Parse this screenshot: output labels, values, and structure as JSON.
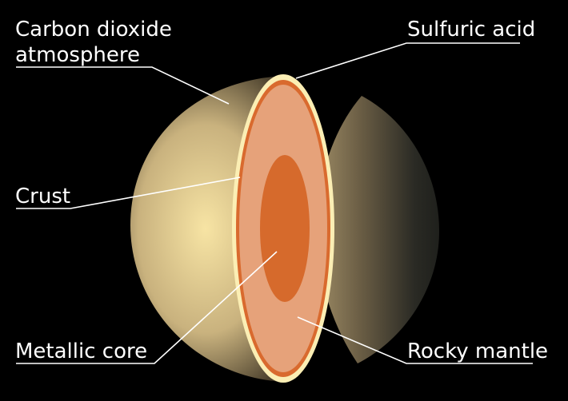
{
  "labels": {
    "atmosphere_line1": "Carbon dioxide",
    "atmosphere_line2": "atmosphere",
    "sulfuric_acid": "Sulfuric acid",
    "crust": "Crust",
    "metallic_core": "Metallic core",
    "rocky_mantle": "Rocky mantle"
  },
  "colors": {
    "background": "#000000",
    "atmosphere_light": "#f7e4a4",
    "atmosphere_mid": "#c9b27e",
    "atmosphere_dark": "#3a3122",
    "sulfuric_acid_layer": "#fbeeb4",
    "crust": "#d96a2e",
    "rocky_mantle": "#e6a27a",
    "metallic_core": "#d66a2c",
    "leader_line": "#ffffff"
  }
}
